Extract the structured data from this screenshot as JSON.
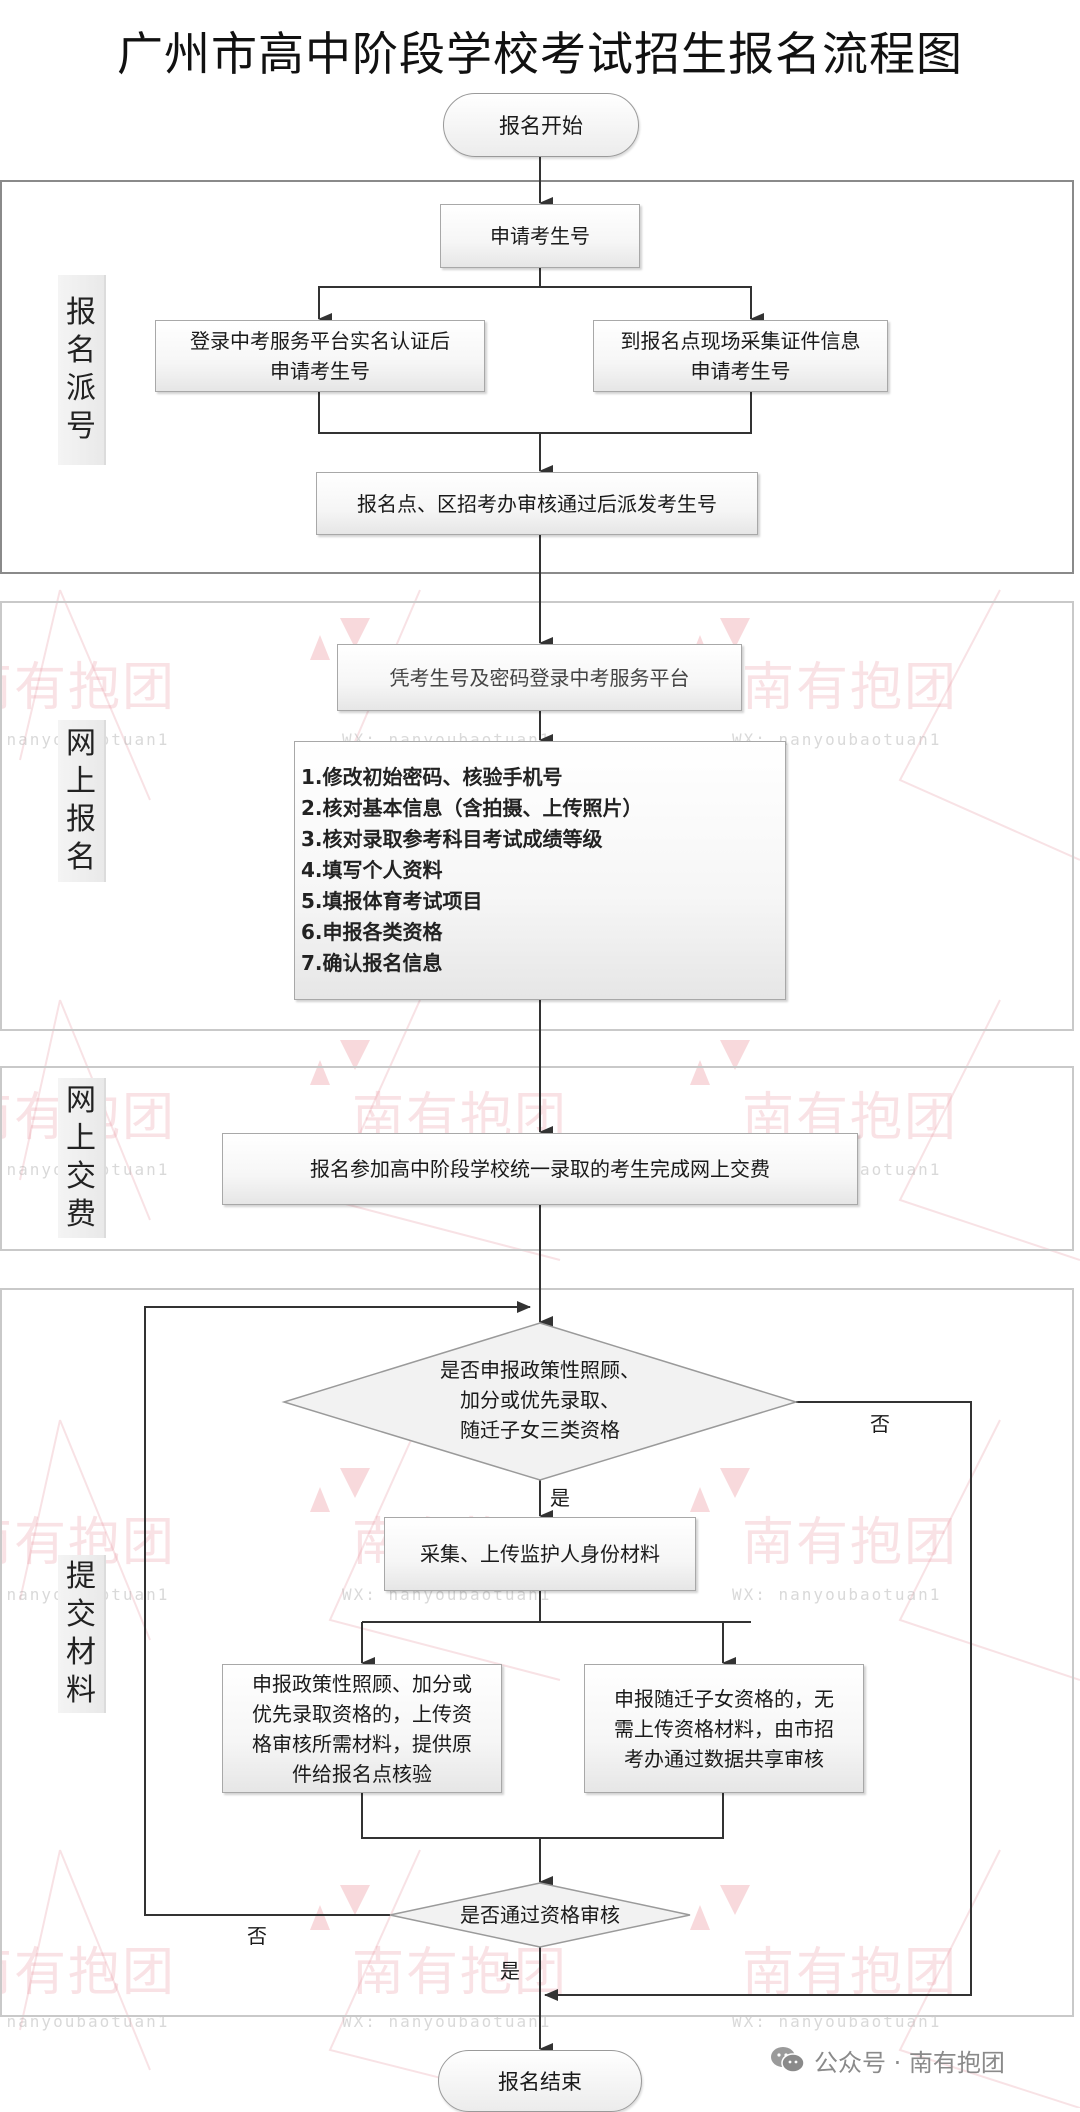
{
  "title": "广州市高中阶段学校考试招生报名流程图",
  "start_label": "报名开始",
  "end_label": "报名结束",
  "sections": [
    {
      "id": "assign",
      "label": "报名派号",
      "label_chars": [
        "报",
        "名",
        "派",
        "号"
      ],
      "nodes": {
        "apply_number": "申请考生号",
        "online_apply": [
          "登录中考服务平台实名认证后",
          "申请考生号"
        ],
        "onsite_apply": [
          "到报名点现场采集证件信息",
          "申请考生号"
        ],
        "issue_number": "报名点、区招考办审核通过后派发考生号"
      }
    },
    {
      "id": "online_registration",
      "label": "网上报名",
      "label_chars": [
        "网",
        "上",
        "报",
        "名"
      ],
      "nodes": {
        "login": "凭考生号及密码登录中考服务平台",
        "steps": [
          "1.修改初始密码、核验手机号",
          "2.核对基本信息（含拍摄、上传照片）",
          "3.核对录取参考科目考试成绩等级",
          "4.填写个人资料",
          "5.填报体育考试项目",
          "6.申报各类资格",
          "7.确认报名信息"
        ]
      }
    },
    {
      "id": "online_payment",
      "label": "网上交费",
      "label_chars": [
        "网",
        "上",
        "交",
        "费"
      ],
      "nodes": {
        "pay": "报名参加高中阶段学校统一录取的考生完成网上交费"
      }
    },
    {
      "id": "submit_materials",
      "label": "提交材料",
      "label_chars": [
        "提",
        "交",
        "材",
        "料"
      ],
      "nodes": {
        "decision_qualification": [
          "是否申报政策性照顾、",
          "加分或优先录取、",
          "随迁子女三类资格"
        ],
        "collect_guardian": "采集、上传监护人身份材料",
        "policy_upload": [
          "申报政策性照顾、加分或",
          "优先录取资格的，上传资",
          "格审核所需材料，提供原",
          "件给报名点核验"
        ],
        "migrant_children": [
          "申报随迁子女资格的，无",
          "需上传资格材料，由市招",
          "考办通过数据共享审核"
        ],
        "decision_pass": "是否通过资格审核"
      },
      "edge_labels": {
        "q1_yes": "是",
        "q1_no": "否",
        "q2_yes": "是",
        "q2_no": "否"
      }
    }
  ],
  "watermark": {
    "text": "南有抱团",
    "sub": "WX: nanyoubaotuan1",
    "color": "#e896a0"
  },
  "footer": {
    "icon": "wechat-icon",
    "text": "公众号 · 南有抱团"
  }
}
